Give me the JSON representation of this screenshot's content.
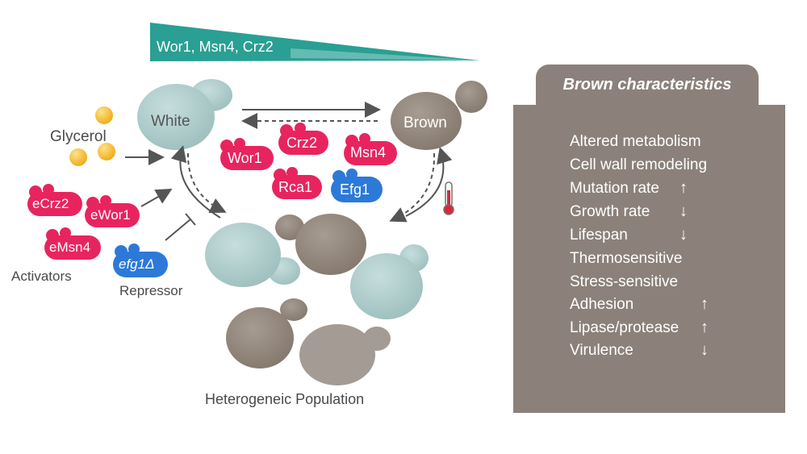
{
  "gradient_label": "Wor1, Msn4, Crz2",
  "cells": {
    "white": "White",
    "brown": "Brown"
  },
  "glycerol": "Glycerol",
  "proteins": {
    "wor1": "Wor1",
    "crz2": "Crz2",
    "msn4": "Msn4",
    "rca1": "Rca1",
    "efg1": "Efg1"
  },
  "activators": {
    "ecrz2": "eCrz2",
    "ewor1": "eWor1",
    "emsn4": "eMsn4",
    "label": "Activators"
  },
  "repressor": {
    "efg1d": "efg1Δ",
    "label": "Repressor"
  },
  "population_label": "Heterogeneic Population",
  "panel": {
    "title": "Brown characteristics",
    "traits": [
      {
        "name": "Altered metabolism",
        "trend": ""
      },
      {
        "name": "Cell wall remodeling",
        "trend": ""
      },
      {
        "name": "Mutation rate",
        "trend": "↑"
      },
      {
        "name": "Growth rate",
        "trend": "↓"
      },
      {
        "name": "Lifespan",
        "trend": "↓"
      },
      {
        "name": "Thermosensitive",
        "trend": ""
      },
      {
        "name": "Stress-sensitive",
        "trend": ""
      },
      {
        "name": "Adhesion",
        "trend": "↑"
      },
      {
        "name": "Lipase/protease",
        "trend": "↑"
      },
      {
        "name": "Virulence",
        "trend": "↓"
      }
    ]
  },
  "colors": {
    "white_cell": "#a9c7c6",
    "brown_cell": "#8f8378",
    "protein": "#e8245f",
    "efg1": "#2c79d8",
    "gradient": "#2a9f93",
    "panel": "#8b817a"
  }
}
